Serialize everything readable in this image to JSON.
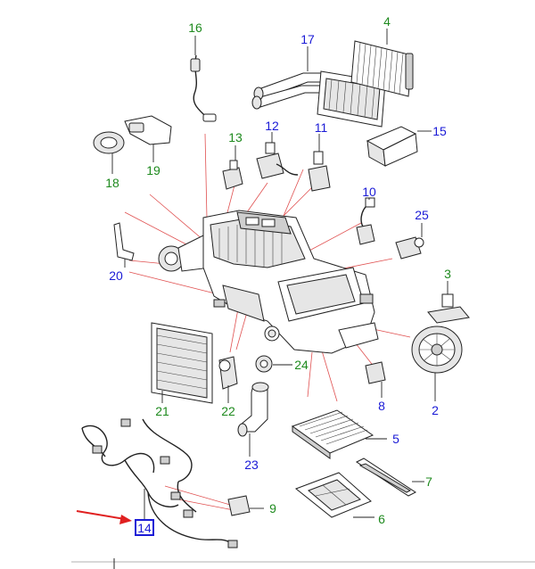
{
  "colors": {
    "blue_label": "#1a1ad6",
    "green_label": "#1e8a1e",
    "ray": "#e05050",
    "arrow": "#e02020",
    "highlight_box": "#1a1ad6"
  },
  "labels": {
    "p2": "2",
    "p3": "3",
    "p4": "4",
    "p5": "5",
    "p6": "6",
    "p7": "7",
    "p8": "8",
    "p9": "9",
    "p10": "10",
    "p11": "11",
    "p12": "12",
    "p13": "13",
    "p14": "14",
    "p15": "15",
    "p16": "16",
    "p17": "17",
    "p18": "18",
    "p19": "19",
    "p20": "20",
    "p21": "21",
    "p22": "22",
    "p23": "23",
    "p24": "24",
    "p25": "25"
  },
  "selected_part": "14",
  "icons": {
    "pointer": "red-arrow-icon"
  }
}
